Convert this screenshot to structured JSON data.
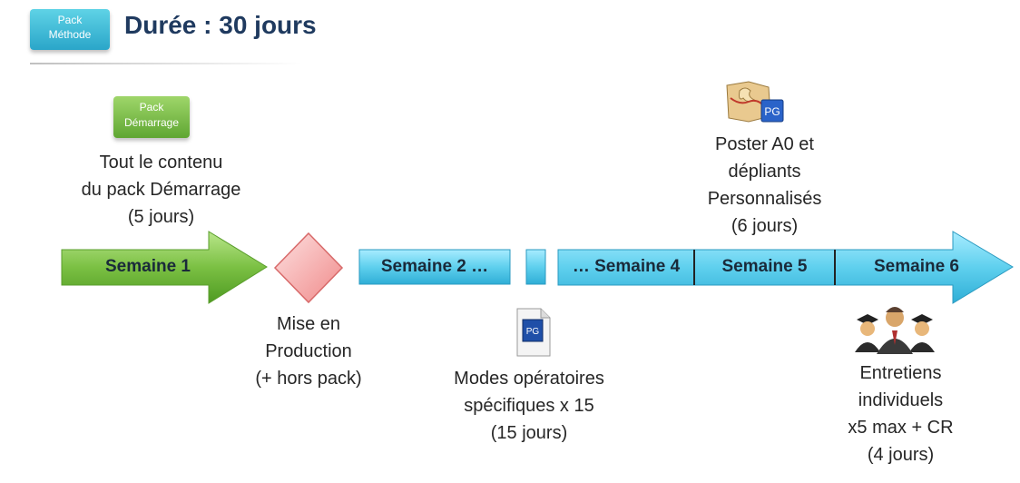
{
  "header": {
    "badge_top": "Pack",
    "badge_bottom": "Méthode",
    "title": "Durée : 30 jours"
  },
  "demarrage_badge": {
    "top": "Pack",
    "bottom": "Démarrage"
  },
  "demarrage_note": [
    "Tout le contenu",
    "du pack Démarrage",
    "(5 jours)"
  ],
  "poster_note": [
    "Poster A0 et",
    "dépliants",
    "Personnalisés",
    "(6 jours)"
  ],
  "production_note": [
    "Mise en",
    "Production",
    "(+ hors pack)"
  ],
  "modes_note": [
    "Modes opératoires",
    "spécifiques x 15",
    "(15 jours)"
  ],
  "entretiens_note": [
    "Entretiens",
    "individuels",
    "x5 max + CR",
    "(4 jours)"
  ],
  "timeline": {
    "semaine1": "Semaine 1",
    "semaine2": "Semaine 2 …",
    "semaine4": "… Semaine 4",
    "semaine5": "Semaine 5",
    "semaine6": "Semaine 6"
  },
  "icons": {
    "poster": "puzzle-map-pg-icon",
    "document": "pg-document-icon",
    "people": "graduates-group-icon"
  },
  "colors": {
    "green_arrow": "#7bc043",
    "blue_bar": "#5fd0ee",
    "diamond": "#f4a4a4",
    "title": "#1f3a5f"
  }
}
